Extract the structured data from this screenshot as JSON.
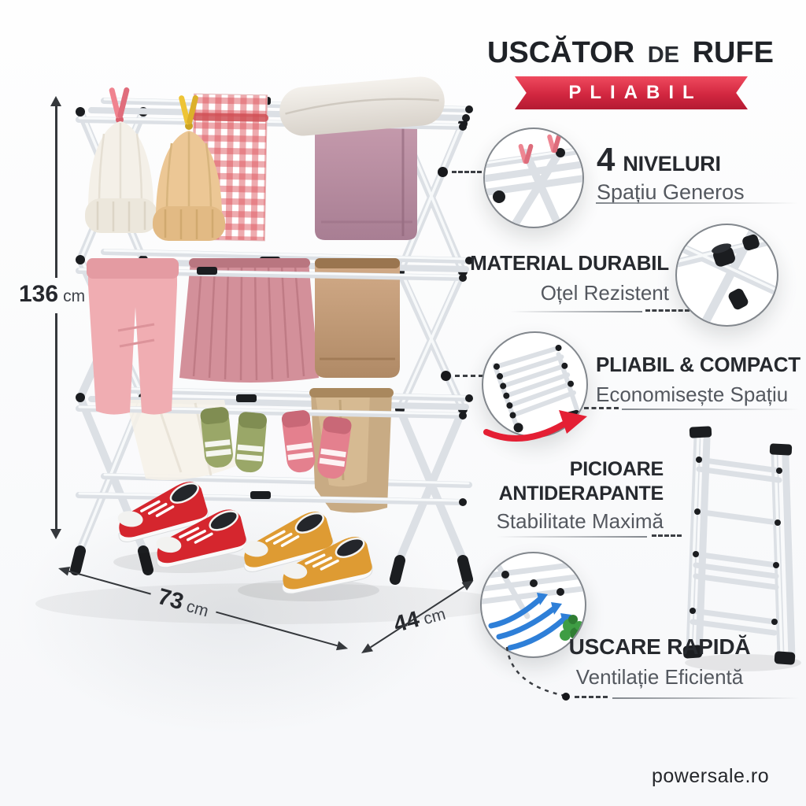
{
  "title": {
    "part1": "USCĂTOR",
    "part2": "DE",
    "part3": "RUFE",
    "ribbon": "PLIABIL"
  },
  "dimensions": {
    "height_value": "136",
    "height_unit": "cm",
    "width_value": "73",
    "width_unit": "cm",
    "depth_value": "44",
    "depth_unit": "cm"
  },
  "features": [
    {
      "num": "4",
      "heading": "NIVELURI",
      "sub": "Spațiu Generos"
    },
    {
      "heading": "MATERIAL DURABIL",
      "sub": "Oțel Rezistent"
    },
    {
      "heading": "PLIABIL & COMPACT",
      "sub": "Economisește Spațiu"
    },
    {
      "heading": "PICIOARE",
      "heading2": "ANTIDERAPANTE",
      "sub": "Stabilitate Maximă"
    },
    {
      "heading": "USCARE RAPIDĂ",
      "sub": "Ventilație Eficientă"
    }
  ],
  "footer": {
    "brand": "powersale.ro"
  },
  "colors": {
    "accent_red": "#d22740",
    "text_dark": "#26292e",
    "text_gray": "#54585f",
    "arrow_red": "#e41f34",
    "airflow_blue": "#2e7fd8"
  }
}
